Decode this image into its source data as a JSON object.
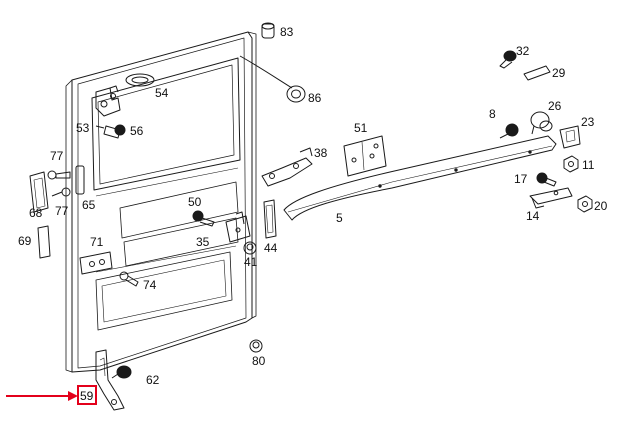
{
  "diagram": {
    "callouts": [
      {
        "id": "label-83",
        "text": "83"
      },
      {
        "id": "label-86",
        "text": "86"
      },
      {
        "id": "label-54",
        "text": "54"
      },
      {
        "id": "label-53",
        "text": "53"
      },
      {
        "id": "label-56",
        "text": "56"
      },
      {
        "id": "label-77a",
        "text": "77"
      },
      {
        "id": "label-68",
        "text": "68"
      },
      {
        "id": "label-77b",
        "text": "77"
      },
      {
        "id": "label-65",
        "text": "65"
      },
      {
        "id": "label-69",
        "text": "69"
      },
      {
        "id": "label-71",
        "text": "71"
      },
      {
        "id": "label-74",
        "text": "74"
      },
      {
        "id": "label-50",
        "text": "50"
      },
      {
        "id": "label-35",
        "text": "35"
      },
      {
        "id": "label-44",
        "text": "44"
      },
      {
        "id": "label-41",
        "text": "41"
      },
      {
        "id": "label-38",
        "text": "38"
      },
      {
        "id": "label-51",
        "text": "51"
      },
      {
        "id": "label-5",
        "text": "5"
      },
      {
        "id": "label-32",
        "text": "32"
      },
      {
        "id": "label-29",
        "text": "29"
      },
      {
        "id": "label-8",
        "text": "8"
      },
      {
        "id": "label-26",
        "text": "26"
      },
      {
        "id": "label-23",
        "text": "23"
      },
      {
        "id": "label-11",
        "text": "11"
      },
      {
        "id": "label-17",
        "text": "17"
      },
      {
        "id": "label-14",
        "text": "14"
      },
      {
        "id": "label-20",
        "text": "20"
      },
      {
        "id": "label-80",
        "text": "80"
      },
      {
        "id": "label-62",
        "text": "62"
      },
      {
        "id": "label-59",
        "text": "59"
      }
    ],
    "selected_callout": "59",
    "colors": {
      "line": "#1a1a1a",
      "highlight": "#e3001b",
      "background": "#ffffff"
    }
  }
}
